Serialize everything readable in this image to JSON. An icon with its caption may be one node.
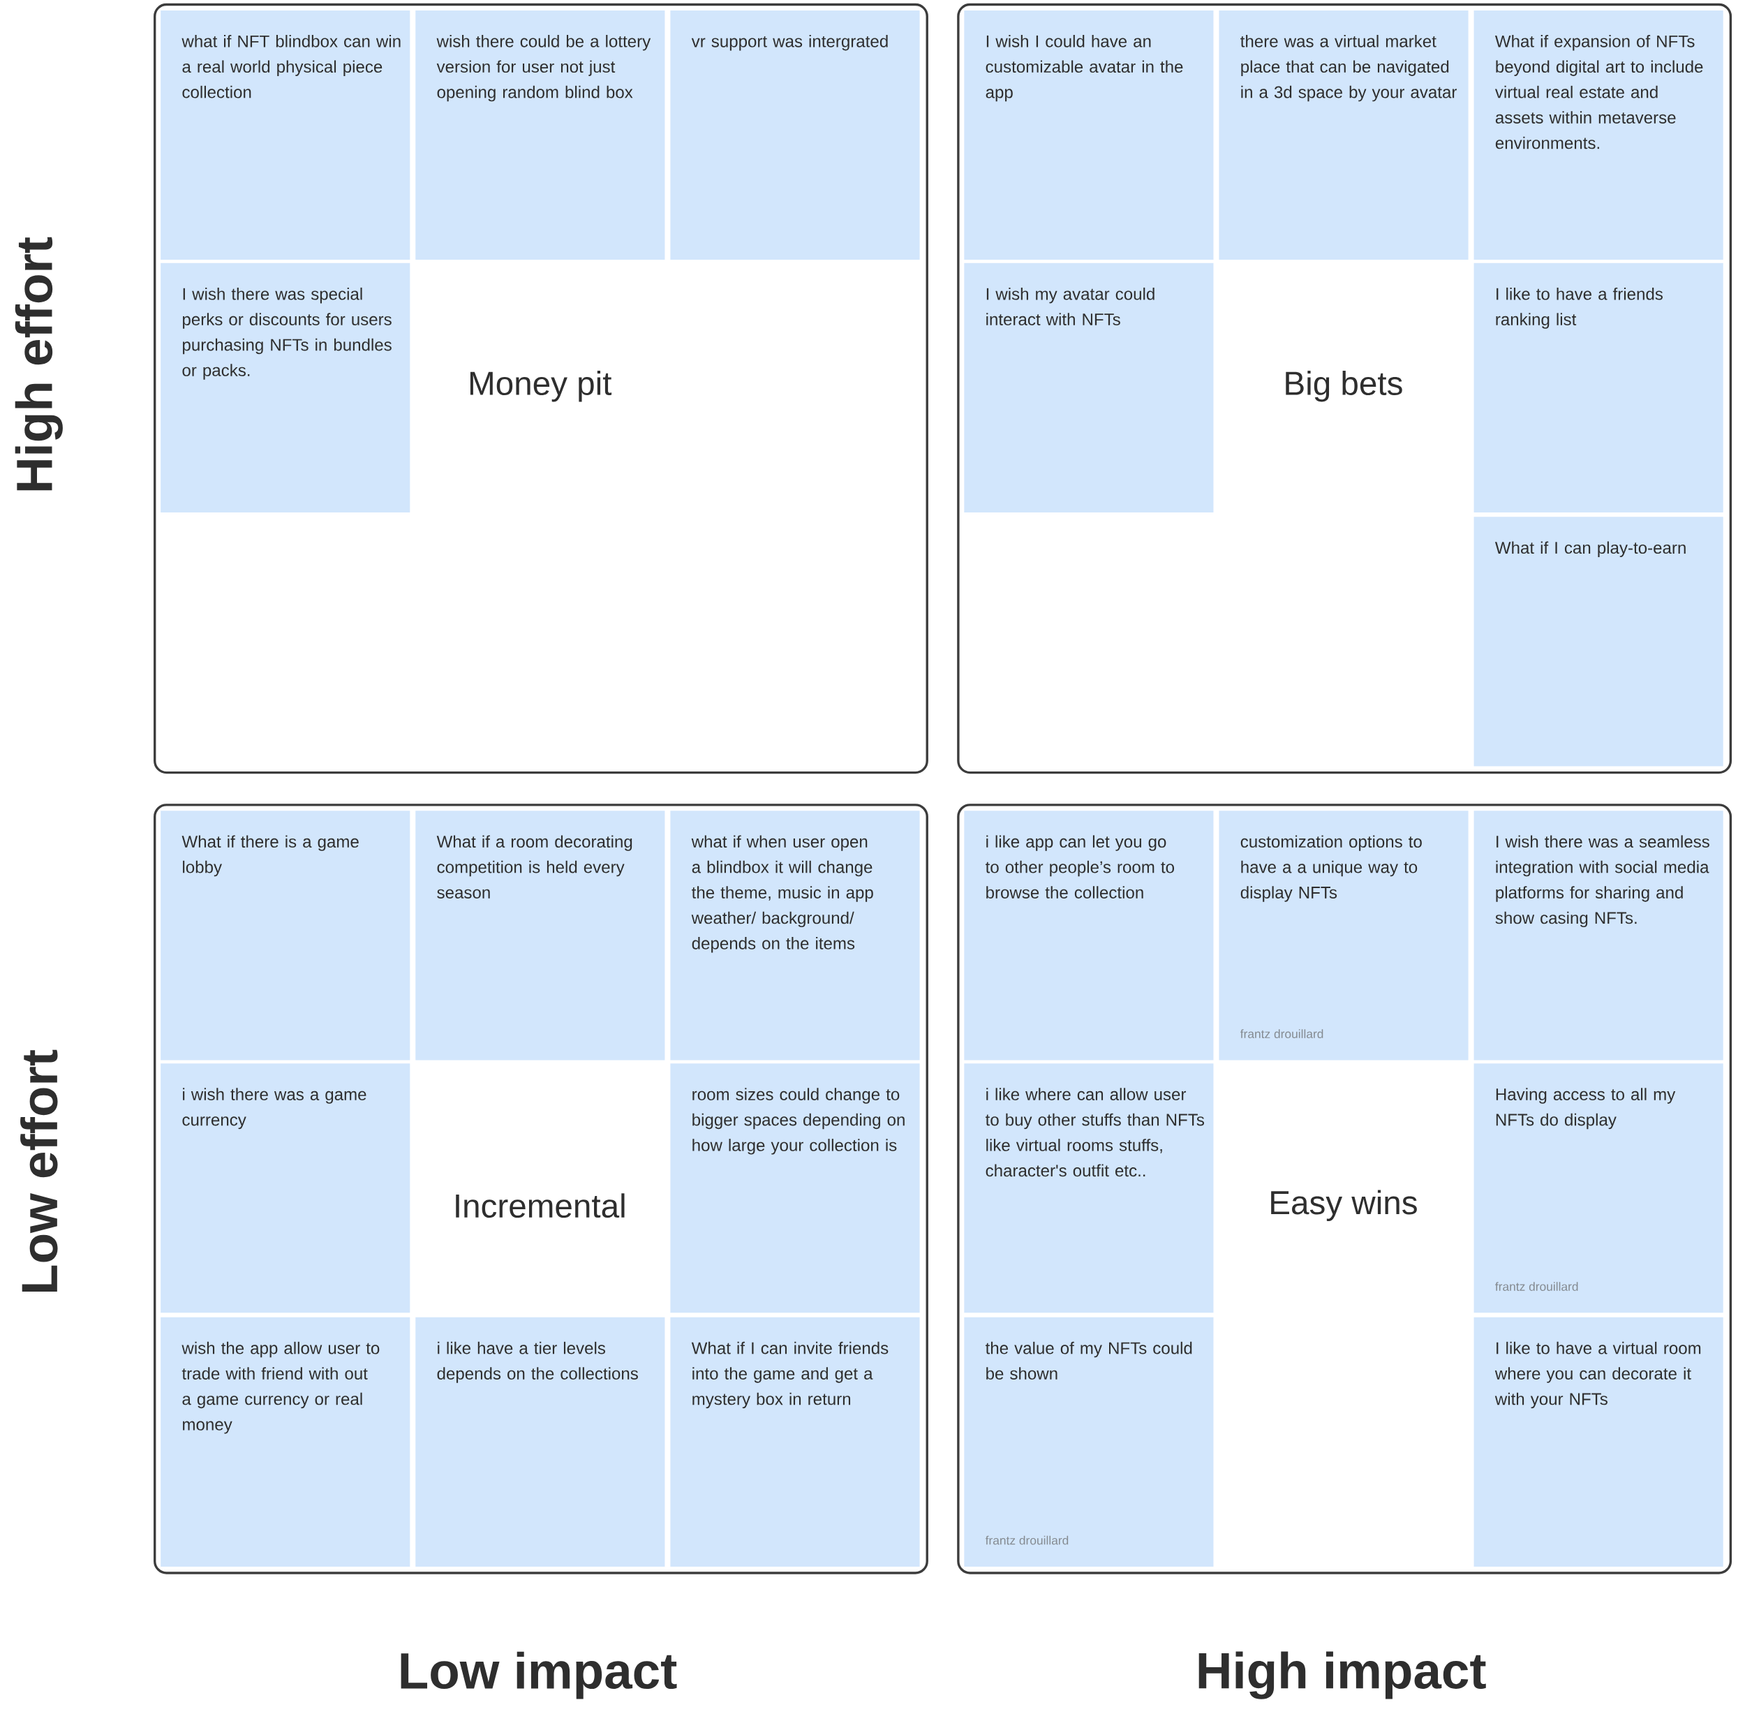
{
  "diagram": {
    "nodes": [
      {
        "text": [
          "Money pit"
        ]
      },
      {
        "text": [
          "what if NFT blindbox can win a real world physical piece collection"
        ],
        "in": 0
      },
      {
        "text": [
          "wish there could be a lottery version for user not just opening random blind box"
        ],
        "in": 0
      },
      {
        "text": [
          "vr support was intergrated"
        ],
        "in": 0
      },
      {
        "text": [
          "I wish there was special perks or discounts for users purchasing NFTs in bundles or packs."
        ],
        "in": 0
      },
      {
        "text": [
          "Big bets"
        ]
      },
      {
        "text": [
          "I wish I could have an customizable avatar in the app"
        ],
        "in": 5
      },
      {
        "text": [
          "there was a virtual market place that can be navigated in a 3d space by your avatar"
        ],
        "in": 5
      },
      {
        "text": [
          "What if expansion of NFTs beyond digital art to include virtual real estate and assets within metaverse environments."
        ],
        "in": 5
      },
      {
        "text": [
          "I wish my avatar could interact with NFTs"
        ],
        "in": 5
      },
      {
        "text": [
          "I like to have a friends ranking list"
        ],
        "in": 5
      },
      {
        "text": [
          "What if I can play-to-earn"
        ],
        "in": 5
      },
      {
        "text": [
          "Incremental"
        ]
      },
      {
        "text": [
          "What if there is a game lobby"
        ],
        "in": 12
      },
      {
        "text": [
          "What if a room decorating competition is held every season"
        ],
        "in": 12
      },
      {
        "text": [
          "what if when user open a blindbox it will change the theme, music in app weather/ background/ depends on the items"
        ],
        "in": 12
      },
      {
        "text": [
          "i wish there was a game currency"
        ],
        "in": 12
      },
      {
        "text": [
          "room sizes could change to bigger spaces depending on how large your collection is"
        ],
        "in": 12
      },
      {
        "text": [
          "wish the app allow user to trade with friend with out a game currency or real money"
        ],
        "in": 12
      },
      {
        "text": [
          "i like have a tier levels depends on the collections"
        ],
        "in": 12
      },
      {
        "text": [
          "What if I can invite friends into the game and get a mystery box in return"
        ],
        "in": 12
      },
      {
        "text": [
          "Easy wins"
        ]
      },
      {
        "text": [
          "i like app can let you go to other people’s room to browse the collection"
        ],
        "in": 21
      },
      {
        "text": [
          "customization options to have a a unique way to display NFTs",
          "frantz drouillard"
        ],
        "in": 21
      },
      {
        "text": [
          "I wish there was a seamless integration with social media platforms for sharing and show casing NFTs."
        ],
        "in": 21
      },
      {
        "text": [
          "i like where can allow user to buy other stuffs than NFTs like virtual rooms stuffs, character's outfit etc.."
        ],
        "in": 21
      },
      {
        "text": [
          "Having access to all my NFTs do display",
          "frantz drouillard"
        ],
        "in": 21
      },
      {
        "text": [
          "the value of my NFTs could be shown",
          "frantz drouillard"
        ],
        "in": 21
      },
      {
        "text": [
          "I like to have a virtual room where you can decorate it with your NFTs"
        ],
        "in": 21
      }
    ],
    "labels": [
      "High effort",
      "Low effort",
      "Low impact",
      "High impact"
    ]
  }
}
